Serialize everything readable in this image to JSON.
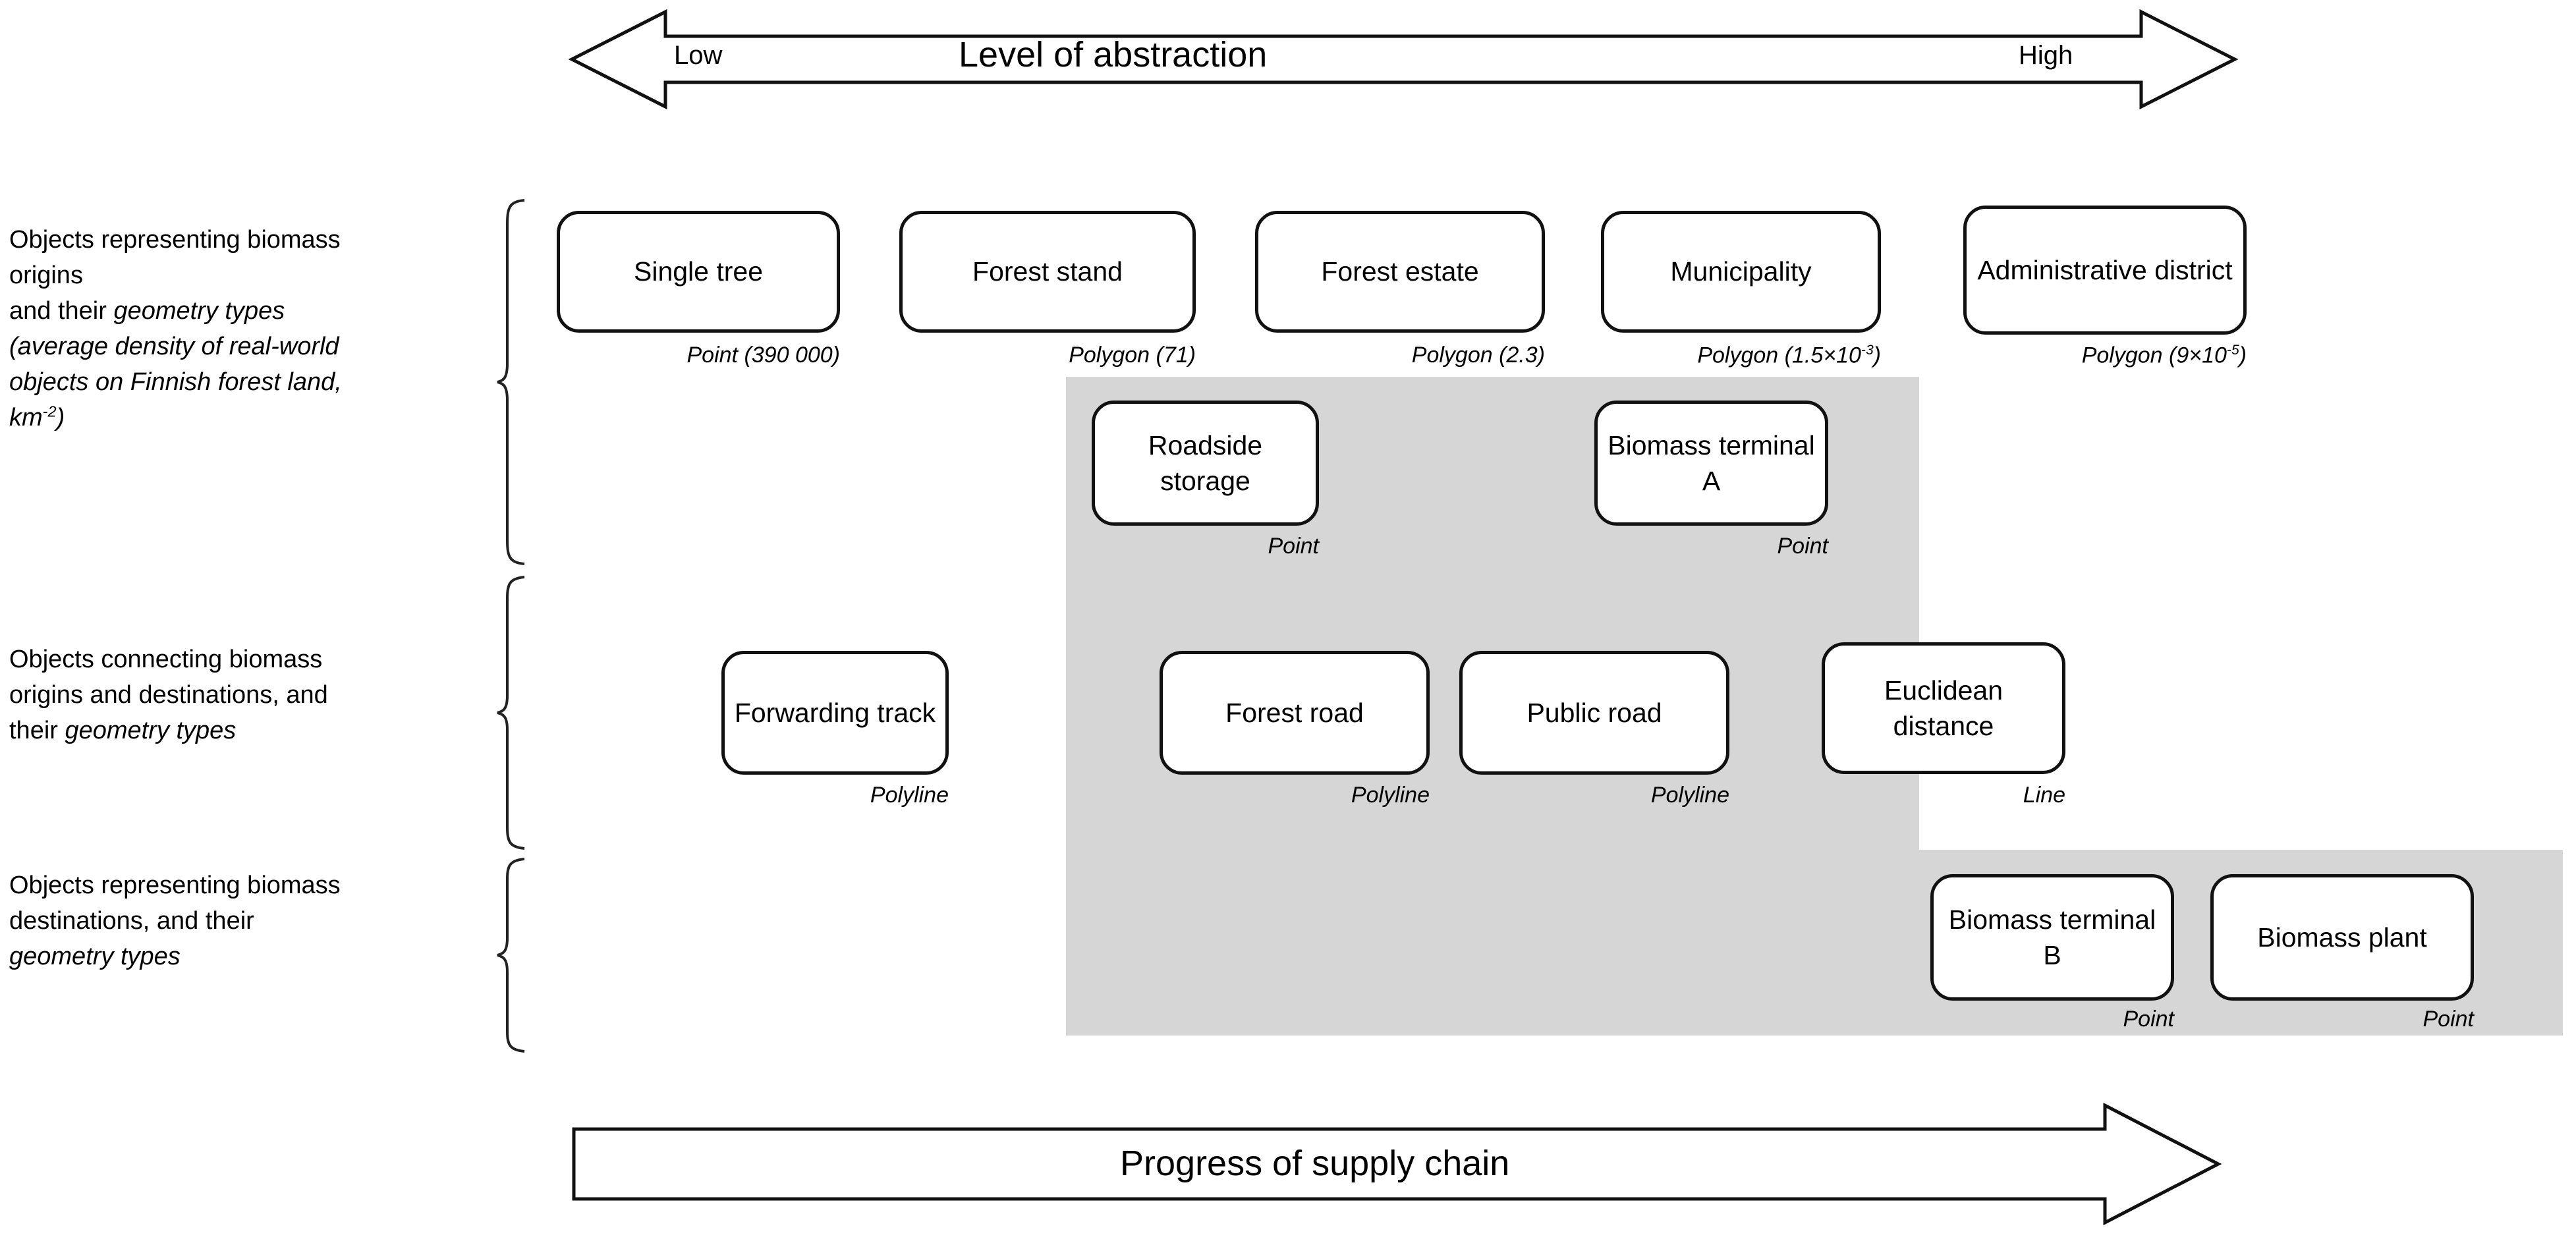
{
  "axes": {
    "top": {
      "title": "Level of abstraction",
      "left_label": "Low",
      "right_label": "High",
      "direction": "double"
    },
    "bottom": {
      "title": "Progress of supply chain",
      "direction": "right"
    }
  },
  "rows": [
    {
      "id": "origins",
      "label_lines": [
        "Objects representing biomass",
        "origins",
        "and their ",
        "(average density of real-world",
        "objects on Finnish forest land,",
        "km"
      ],
      "label_plain": "Objects representing biomass origins and their geometry types (average density of real-world objects on Finnish forest land, km-2)",
      "italic_1": "geometry types",
      "italic_2": "(average density of real-world objects on Finnish forest land, km",
      "sup": "-2"
    },
    {
      "id": "connectors",
      "label_plain": "Objects connecting biomass origins and destinations, and their geometry types",
      "line1": "Objects connecting biomass",
      "line2": "origins and destinations, and",
      "line3_plain": "their ",
      "line3_italic": "geometry types"
    },
    {
      "id": "destinations",
      "label_plain": "Objects representing biomass destinations, and their geometry types",
      "line1": "Objects representing biomass",
      "line2": "destinations, and their",
      "line3_italic": "geometry types"
    }
  ],
  "nodes": [
    {
      "id": "single-tree",
      "label": "Single tree",
      "geometry": "Point",
      "density": "(390 000)",
      "geom_label": "Point (390 000)"
    },
    {
      "id": "forest-stand",
      "label": "Forest stand",
      "geometry": "Polygon",
      "density": "(71)",
      "geom_label": "Polygon (71)"
    },
    {
      "id": "forest-estate",
      "label": "Forest estate",
      "geometry": "Polygon",
      "density": "(2.3)",
      "geom_label": "Polygon (2.3)"
    },
    {
      "id": "municipality",
      "label": "Municipality",
      "geometry": "Polygon",
      "density": "(1.5×10-3)",
      "geom_label": "Polygon (1.5×10",
      "geom_sup": "-3",
      "geom_tail": ")"
    },
    {
      "id": "administrative-district",
      "label": "Administrative district",
      "geometry": "Polygon",
      "density": "(9×10-5)",
      "geom_label": "Polygon (9×10",
      "geom_sup": "-5",
      "geom_tail": ")"
    },
    {
      "id": "roadside-storage",
      "label": "Roadside storage",
      "geometry": "Point",
      "geom_label": "Point"
    },
    {
      "id": "biomass-terminal-a",
      "label": "Biomass terminal A",
      "geometry": "Point",
      "geom_label": "Point"
    },
    {
      "id": "forwarding-track",
      "label": "Forwarding track",
      "geometry": "Polyline",
      "geom_label": "Polyline"
    },
    {
      "id": "forest-road",
      "label": "Forest road",
      "geometry": "Polyline",
      "geom_label": "Polyline"
    },
    {
      "id": "public-road",
      "label": "Public road",
      "geometry": "Polyline",
      "geom_label": "Polyline"
    },
    {
      "id": "euclidean-distance",
      "label": "Euclidean distance",
      "geometry": "Line",
      "geom_label": "Line"
    },
    {
      "id": "biomass-terminal-b",
      "label": "Biomass terminal B",
      "geometry": "Point",
      "geom_label": "Point"
    },
    {
      "id": "biomass-plant",
      "label": "Biomass plant",
      "geometry": "Point",
      "geom_label": "Point"
    }
  ],
  "colors": {
    "shade": "#d6d6d6",
    "box_border": "#111111",
    "background": "#ffffff",
    "text": "#000000"
  }
}
